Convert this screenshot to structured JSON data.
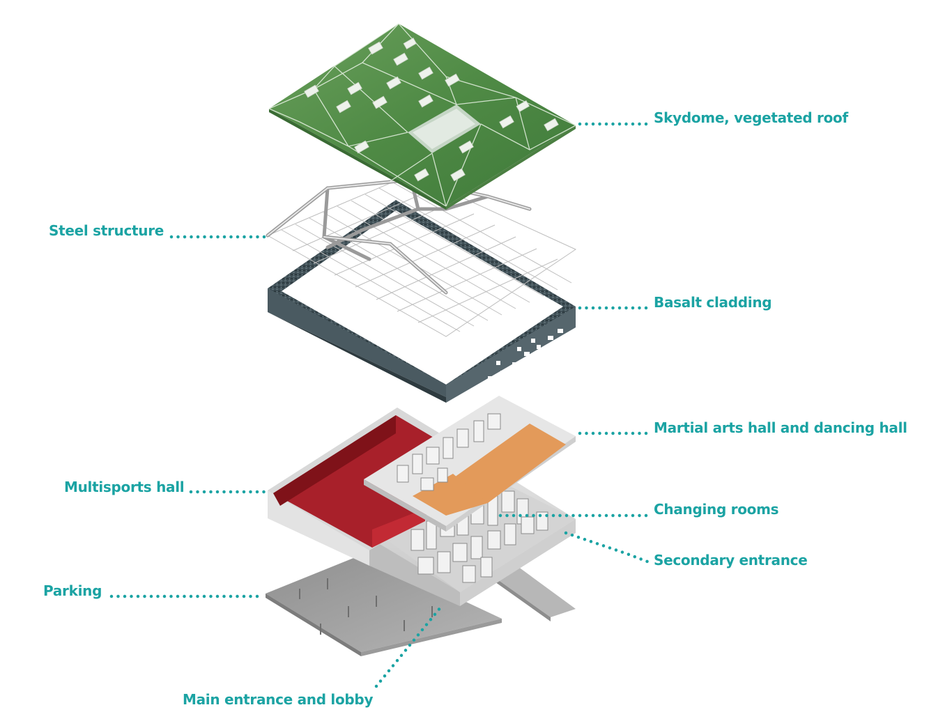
{
  "labels": {
    "skydome": "Skydome, vegetated roof",
    "steel": "Steel structure",
    "basalt": "Basalt cladding",
    "martial": "Martial arts hall and dancing hall",
    "multisports": "Multisports hall",
    "changing": "Changing rooms",
    "secondary": "Secondary entrance",
    "parking": "Parking",
    "main_entrance": "Main entrance and lobby"
  },
  "colors": {
    "callout": "#1ba3a3",
    "roof_green": "#4f8a45",
    "basalt": "#3f4f56",
    "sports_floor": "#a8202a",
    "dance_floor": "#e39a5a",
    "concrete": "#d9d9d9"
  }
}
